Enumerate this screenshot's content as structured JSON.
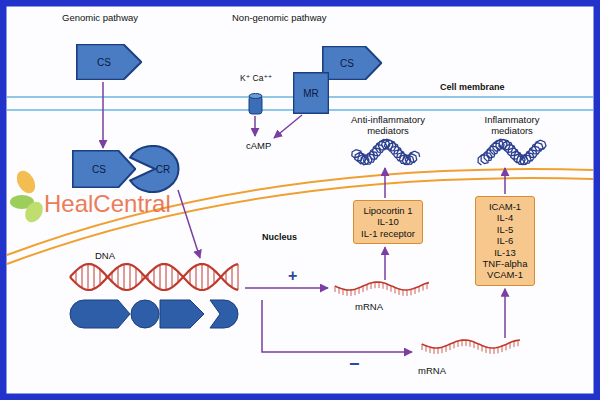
{
  "diagram": {
    "nodes": [
      {
        "text": [
          "CS"
        ]
      },
      {
        "text": [
          "CS"
        ]
      },
      {
        "text": [
          "MR"
        ]
      },
      {
        "text": [
          "CS"
        ]
      },
      {
        "text": [
          "CR"
        ]
      },
      {
        "text": [
          "Lipocortin 1",
          "IL-10",
          "IL-1 receptor"
        ]
      },
      {
        "text": [
          "ICAM-1",
          "IL-4",
          "IL-5",
          "IL-6",
          "IL-13",
          "TNF-alpha",
          "VCAM-1"
        ]
      }
    ],
    "edges": [
      {
        "from": 0,
        "to": 3,
        "arrow": "to"
      }
    ],
    "labels": [
      "Genomic pathway",
      "Non-genomic pathway",
      "K⁺ Ca⁺⁺",
      "Cell membrane",
      "cAMP",
      "Anti-inflammatory mediators",
      "Inflammatory mediators",
      "Nucleus",
      "DNA",
      "mRNA",
      "mRNA",
      "+",
      "−",
      "HealCentral"
    ]
  }
}
